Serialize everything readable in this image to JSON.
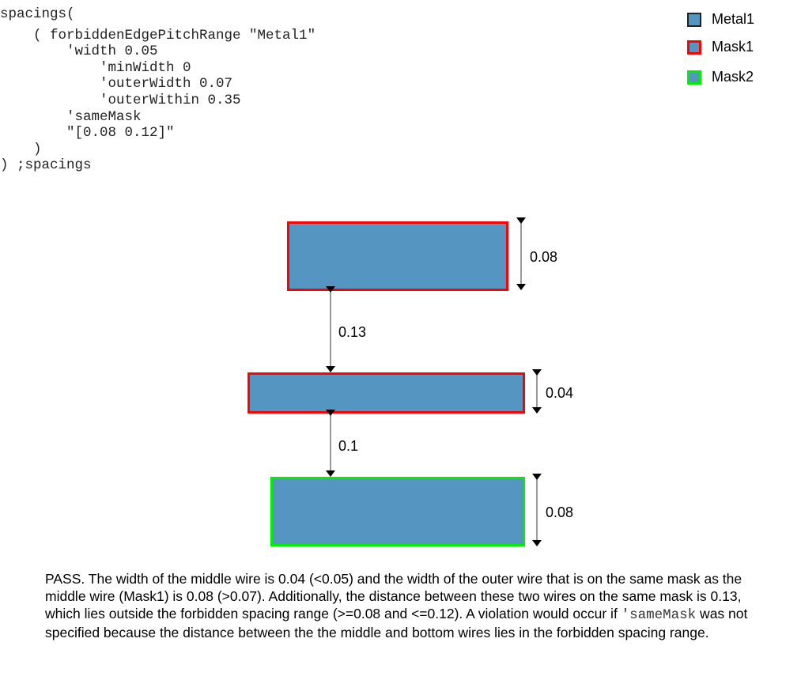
{
  "code": {
    "lines": [
      "spacings(",
      "    ( forbiddenEdgePitchRange \"Metal1\"",
      "        'width 0.05",
      "            'minWidth 0",
      "            'outerWidth 0.07",
      "            'outerWithin 0.35",
      "        'sameMask",
      "        \"[0.08 0.12]\"",
      "    )",
      ") ;spacings"
    ]
  },
  "legend": [
    {
      "label": "Metal1",
      "border": "#222222"
    },
    {
      "label": "Mask1",
      "border": "#ff0000"
    },
    {
      "label": "Mask2",
      "border": "#00ee00"
    }
  ],
  "colors": {
    "metal": "#5495c1",
    "mask1": "#ff0000",
    "mask2": "#00ee00"
  },
  "wires": [
    {
      "name": "top-wire",
      "mask": "Mask1",
      "width_label": "0.08"
    },
    {
      "name": "middle-wire",
      "mask": "Mask1",
      "width_label": "0.04"
    },
    {
      "name": "bottom-wire",
      "mask": "Mask2",
      "width_label": "0.08"
    }
  ],
  "spacings": [
    {
      "label": "0.13"
    },
    {
      "label": "0.1"
    }
  ],
  "description": {
    "part1": "PASS. The width of the middle wire is 0.04 (<0.05) and the width of the outer wire that is on the same mask as the middle wire (Mask1) is 0.08 (>0.07). Additionally, the distance between these two wires on the same mask is 0.13, which lies outside the forbidden spacing range (>=0.08 and <=0.12). A violation would occur if ",
    "code": "'sameMask",
    "part2": " was not specified because the distance between the the middle and bottom wires lies in the forbidden spacing range."
  }
}
